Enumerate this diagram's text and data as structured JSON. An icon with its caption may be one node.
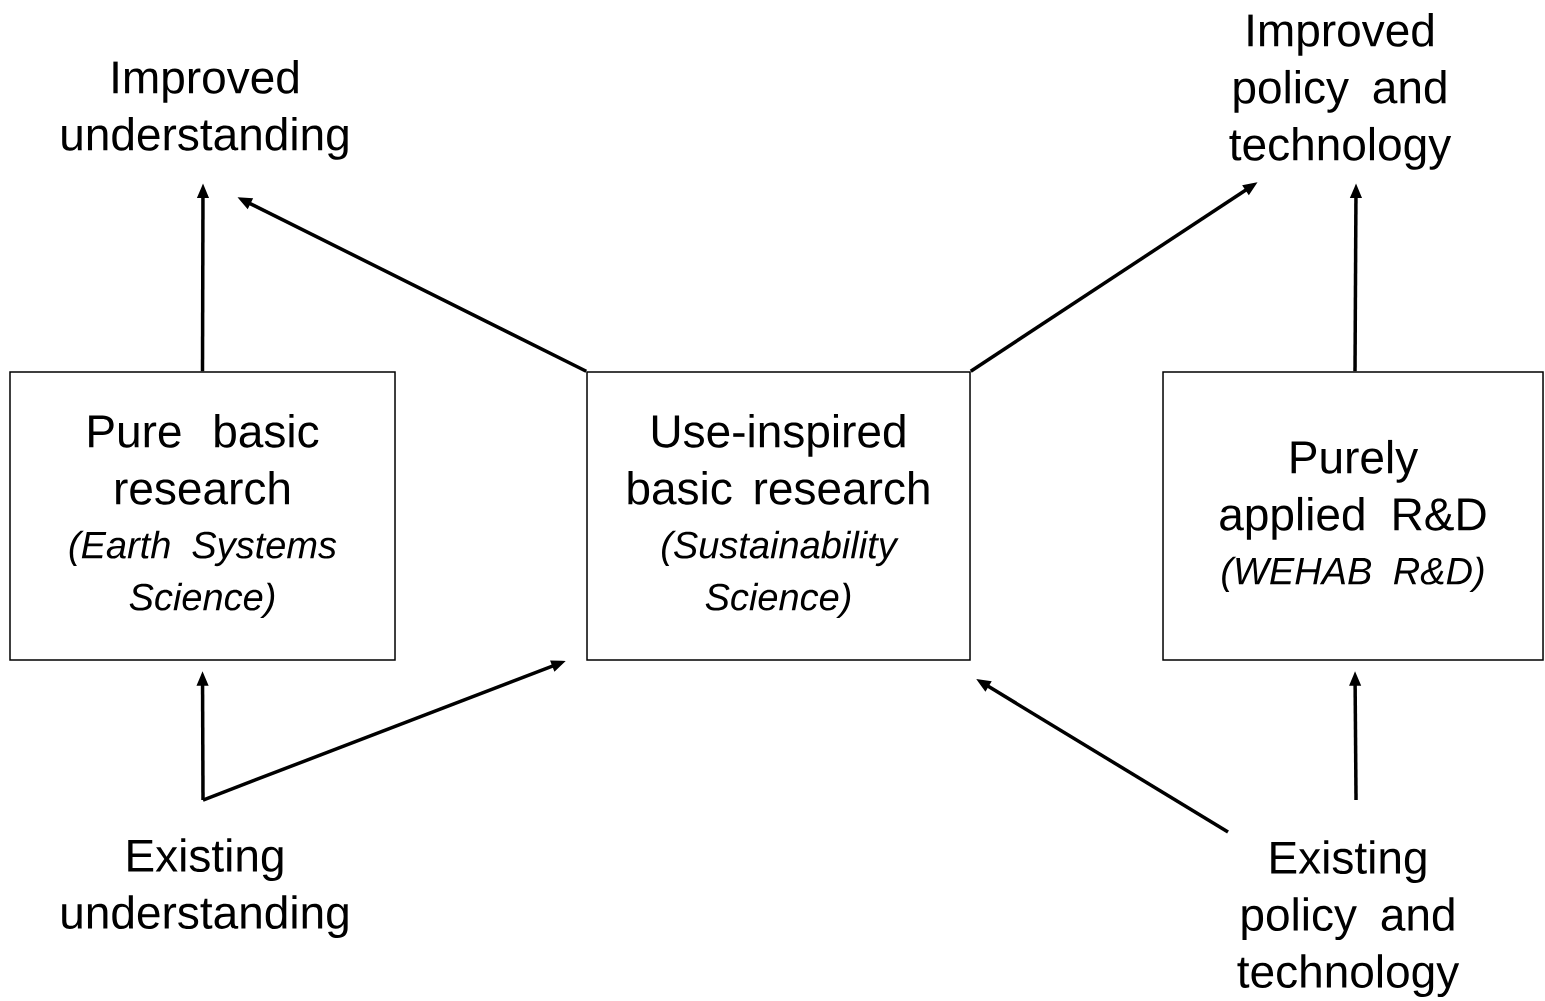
{
  "diagram": {
    "nodes": [
      {
        "text": [
          "Improved understanding"
        ]
      },
      {
        "text": [
          "Improved policy and technology"
        ]
      },
      {
        "text": [
          "Pure basic research",
          "(Earth Systems Science)"
        ]
      },
      {
        "text": [
          "Use-inspired basic research",
          "(Sustainability Science)"
        ]
      },
      {
        "text": [
          "Purely applied R&D",
          "(WEHAB R&D)"
        ]
      },
      {
        "text": [
          "Existing understanding"
        ]
      },
      {
        "text": [
          "Existing policy and technology"
        ]
      }
    ],
    "edges": [
      {
        "from": 2,
        "to": 0,
        "arrow": "to"
      },
      {
        "from": 3,
        "to": 0,
        "arrow": "to"
      },
      {
        "from": 3,
        "to": 1,
        "arrow": "to"
      },
      {
        "from": 4,
        "to": 1,
        "arrow": "to"
      },
      {
        "from": 5,
        "to": 2,
        "arrow": "to"
      },
      {
        "from": 5,
        "to": 3,
        "arrow": "to"
      },
      {
        "from": 6,
        "to": 3,
        "arrow": "to"
      },
      {
        "from": 6,
        "to": 4,
        "arrow": "to"
      }
    ]
  }
}
